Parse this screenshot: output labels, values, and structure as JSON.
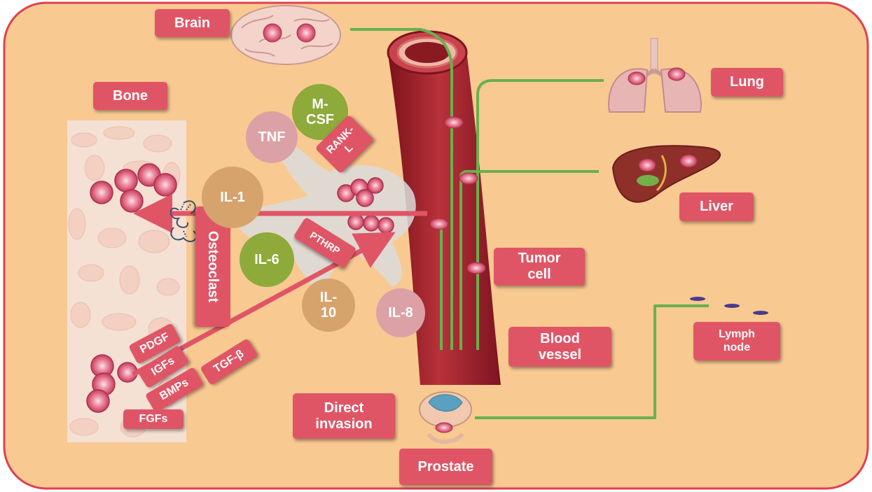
{
  "colors": {
    "background": "#f8c991",
    "border": "#e0404f",
    "label": "#e05566",
    "vessel": "#a4222b",
    "pathway": "#6ab04c",
    "arrow": "#e05566",
    "bone": "#f4ddd0",
    "tumor_cell": "#d94f6c"
  },
  "labels": {
    "brain": "Brain",
    "bone": "Bone",
    "lung": "Lung",
    "liver": "Liver",
    "tumor_cell": "Tumor\ncell",
    "blood_vessel": "Blood\nvessel",
    "lymph_node": "Lymph\nnode",
    "direct_invasion": "Direct\ninvasion",
    "prostate": "Prostate",
    "osteoclast": "Osteoclast"
  },
  "factors": {
    "tnf": "TNF",
    "mcsf": "M-\nCSF",
    "rankl": "RANK-\nL",
    "il1": "IL-1",
    "il6": "IL-6",
    "il10": "IL-\n10",
    "il8": "IL-8",
    "pthrp": "PTHRP",
    "pdgf": "PDGF",
    "igfs": "IGFs",
    "bmps": "BMPs",
    "tgfb": "TGF-β",
    "fgfs": "FGFs"
  },
  "icons": [
    "brain-icon",
    "lung-icon",
    "liver-icon",
    "prostate-icon",
    "bone-tissue-icon",
    "osteoclast-icon",
    "blood-vessel-icon",
    "tumor-cell-icon"
  ]
}
